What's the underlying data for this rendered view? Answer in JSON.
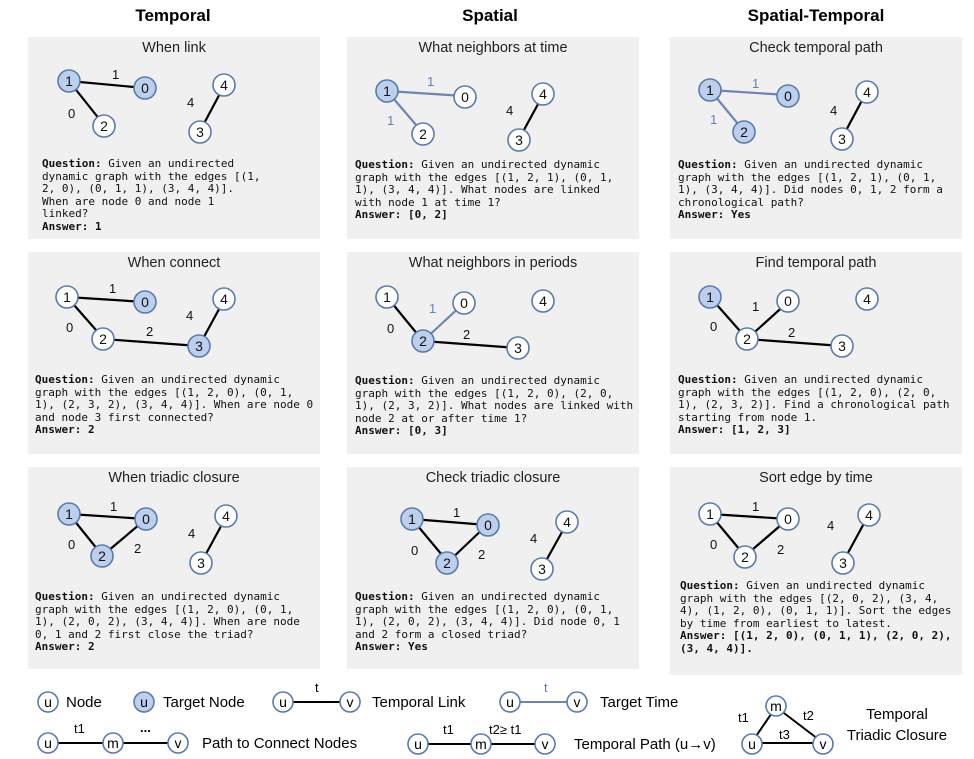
{
  "columns": [
    "Temporal",
    "Spatial",
    "Spatial-Temporal"
  ],
  "colors": {
    "target_fill": "#bcd0ee",
    "target_stroke": "#5a7aaa",
    "target_edge": "#6d84b4",
    "target_label": "#5d7fb6",
    "panel_bg": "#f0f0f0"
  },
  "labels": {
    "question": "Question:",
    "answer": "Answer:"
  },
  "panels": [
    {
      "title": "When link",
      "question": "Given an undirected dynamic graph with the edges [(1, 2, 0), (0, 1, 1), (3, 4, 4)]. When are node 0 and node 1 linked?",
      "answer": "1",
      "nodes": [
        [
          "1",
          true
        ],
        [
          "0",
          true
        ],
        [
          "2",
          false
        ],
        [
          "4",
          false
        ],
        [
          "3",
          false
        ]
      ],
      "edge_labels": [
        "1",
        "0",
        "4"
      ]
    },
    {
      "title": "What neighbors at time",
      "question": "Given an undirected dynamic graph with the edges [(1, 2, 1), (0, 1, 1), (3, 4, 4)]. What nodes are linked with node 1 at time 1?",
      "answer": "[0, 2]",
      "nodes": [
        [
          "1",
          true
        ],
        [
          "0",
          false
        ],
        [
          "2",
          false
        ],
        [
          "4",
          false
        ],
        [
          "3",
          false
        ]
      ],
      "edge_labels": [
        "1",
        "1",
        "4"
      ]
    },
    {
      "title": "Check temporal path",
      "question": "Given an undirected dynamic graph with the edges [(1, 2, 1), (0, 1, 1), (3, 4, 4)]. Did nodes 0, 1, 2 form a chronological path?",
      "answer": "Yes",
      "nodes": [
        [
          "1",
          true
        ],
        [
          "0",
          true
        ],
        [
          "2",
          true
        ],
        [
          "4",
          false
        ],
        [
          "3",
          false
        ]
      ],
      "edge_labels": [
        "1",
        "1",
        "4"
      ]
    },
    {
      "title": "When connect",
      "question": "Given an undirected dynamic graph with the edges [(1, 2, 0), (0, 1, 1), (2, 3, 2), (3, 4, 4)]. When are node 0 and node 3 first connected?",
      "answer": "2",
      "nodes": [
        [
          "1",
          false
        ],
        [
          "0",
          true
        ],
        [
          "2",
          false
        ],
        [
          "4",
          false
        ],
        [
          "3",
          true
        ]
      ],
      "edge_labels": [
        "1",
        "0",
        "2",
        "4"
      ]
    },
    {
      "title": "What neighbors in periods",
      "question": "Given an undirected dynamic graph with the edges [(1, 2, 0), (2, 0, 1), (2, 3, 2)]. What nodes are linked with node 2 at or after time 1?",
      "answer": "[0, 3]",
      "nodes": [
        [
          "1",
          false
        ],
        [
          "0",
          false
        ],
        [
          "4",
          false
        ],
        [
          "2",
          true
        ],
        [
          "3",
          false
        ]
      ],
      "edge_labels": [
        "1",
        "0",
        "2"
      ]
    },
    {
      "title": "Find temporal path",
      "question": "Given an undirected dynamic graph with the edges [(1, 2, 0), (2, 0, 1), (2, 3, 2)]. Find a chronological path starting from node 1.",
      "answer": "[1, 2, 3]",
      "nodes": [
        [
          "1",
          true
        ],
        [
          "0",
          false
        ],
        [
          "4",
          false
        ],
        [
          "2",
          false
        ],
        [
          "3",
          false
        ]
      ],
      "edge_labels": [
        "1",
        "0",
        "2"
      ]
    },
    {
      "title": "When triadic closure",
      "question": "Given an undirected dynamic graph with the edges [(1, 2, 0), (0, 1, 1), (2, 0, 2), (3, 4, 4)]. When are node 0, 1 and 2 first close the triad?",
      "answer": "2",
      "nodes": [
        [
          "1",
          true
        ],
        [
          "0",
          true
        ],
        [
          "2",
          true
        ],
        [
          "4",
          false
        ],
        [
          "3",
          false
        ]
      ],
      "edge_labels": [
        "1",
        "0",
        "2",
        "4"
      ]
    },
    {
      "title": "Check triadic closure",
      "question": "Given an undirected dynamic graph with the edges [(1, 2, 0), (0, 1, 1), (2, 0, 2), (3, 4, 4)]. Did node 0, 1 and 2 form a closed triad?",
      "answer": "Yes",
      "nodes": [
        [
          "1",
          true
        ],
        [
          "0",
          true
        ],
        [
          "2",
          true
        ],
        [
          "4",
          false
        ],
        [
          "3",
          false
        ]
      ],
      "edge_labels": [
        "1",
        "0",
        "2",
        "4"
      ]
    },
    {
      "title": "Sort edge by time",
      "question": "Given an undirected dynamic graph with the edges [(2, 0, 2), (3, 4, 4), (1, 2, 0), (0, 1, 1)]. Sort the edges by time from earliest to latest.",
      "answer": "[(1, 2, 0), (0, 1, 1), (2, 0, 2), (3, 4, 4)].",
      "nodes": [
        [
          "1",
          false
        ],
        [
          "0",
          false
        ],
        [
          "2",
          false
        ],
        [
          "4",
          false
        ],
        [
          "3",
          false
        ]
      ],
      "edge_labels": [
        "1",
        "0",
        "2",
        "4"
      ]
    }
  ],
  "legend": {
    "node": {
      "glyph": "u",
      "label": "Node"
    },
    "target_node": {
      "glyph": "u",
      "label": "Target Node"
    },
    "temporal_link": {
      "u": "u",
      "v": "v",
      "t": "t",
      "label": "Temporal Link"
    },
    "target_time": {
      "u": "u",
      "v": "v",
      "t": "t",
      "label": "Target Time"
    },
    "path": {
      "u": "u",
      "m": "m",
      "v": "v",
      "t1": "t1",
      "dots": "...",
      "label": "Path to Connect Nodes"
    },
    "temporal_path": {
      "u": "u",
      "m": "m",
      "v": "v",
      "t1": "t1",
      "t2": "t2≥ t1",
      "label": "Temporal Path (u→v)"
    },
    "triadic": {
      "u": "u",
      "m": "m",
      "v": "v",
      "t1": "t1",
      "t2": "t2",
      "t3": "t3",
      "label1": "Temporal",
      "label2": "Triadic Closure"
    }
  }
}
